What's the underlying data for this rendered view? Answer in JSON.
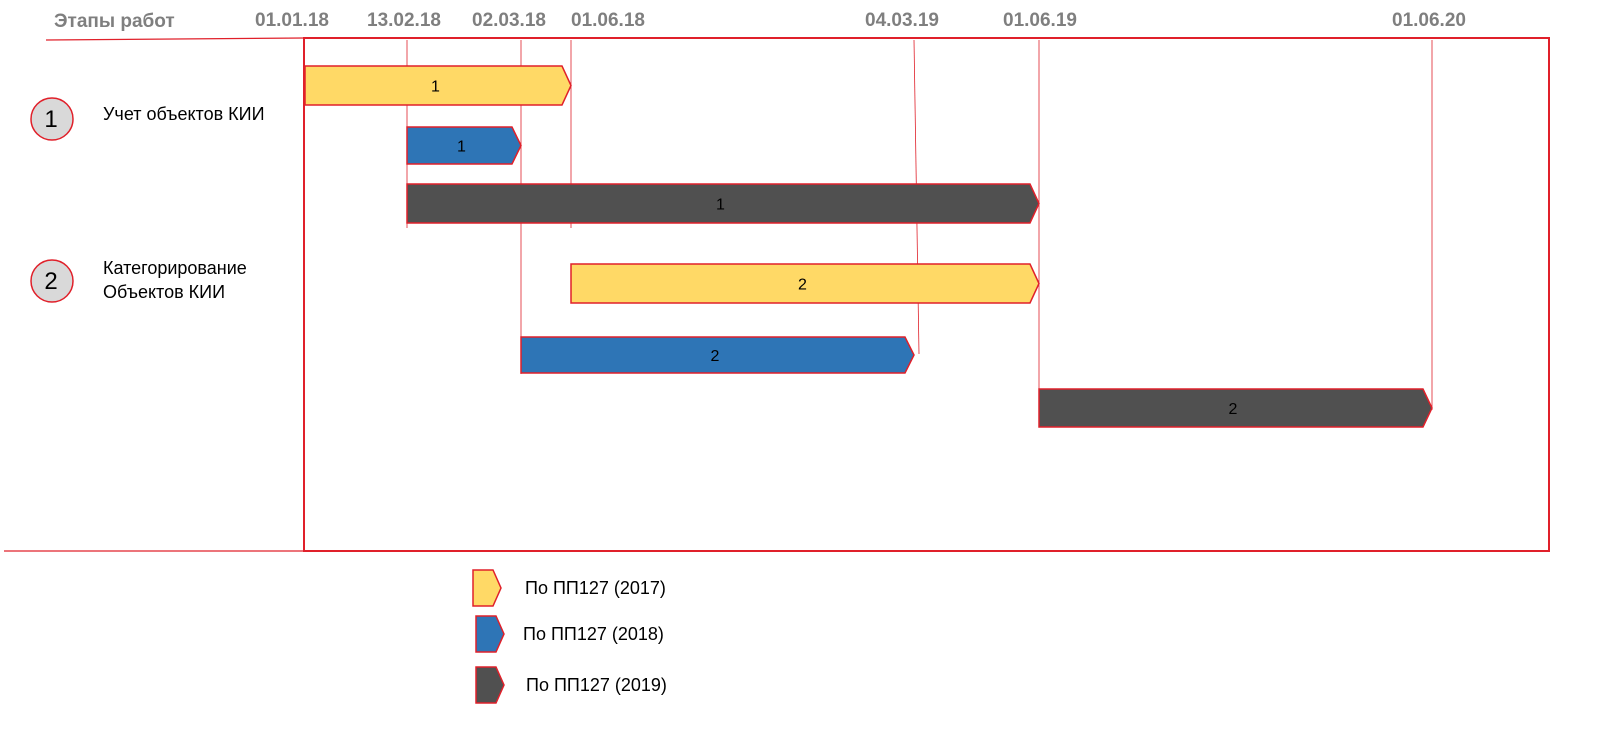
{
  "chart_data": {
    "type": "gantt",
    "stages_header": "Этапы работ",
    "dates": [
      "01.01.18",
      "13.02.18",
      "02.03.18",
      "01.06.18",
      "04.03.19",
      "01.06.19",
      "01.06.20"
    ],
    "stages": [
      {
        "number": "1",
        "label_lines": [
          "Учет объектов КИИ"
        ]
      },
      {
        "number": "2",
        "label_lines": [
          "Категорирование",
          "Объектов КИИ"
        ]
      }
    ],
    "series": [
      {
        "name": "По ПП127 (2017)",
        "color": "#ffd966"
      },
      {
        "name": "По ПП127 (2018)",
        "color": "#2e75b6"
      },
      {
        "name": "По ПП127 (2019)",
        "color": "#505050"
      }
    ],
    "tasks": [
      {
        "label": "1",
        "series": 0,
        "start": "01.01.18",
        "end": "01.06.18"
      },
      {
        "label": "1",
        "series": 1,
        "start": "13.02.18",
        "end": "02.03.18"
      },
      {
        "label": "1",
        "series": 2,
        "start": "13.02.18",
        "end": "01.06.19"
      },
      {
        "label": "2",
        "series": 0,
        "start": "01.06.18",
        "end": "01.06.19"
      },
      {
        "label": "2",
        "series": 1,
        "start": "02.03.18",
        "end": "04.03.19"
      },
      {
        "label": "2",
        "series": 2,
        "start": "01.06.19",
        "end": "01.06.20"
      }
    ],
    "legend_position": "bottom",
    "border_color": "#e0202a",
    "stage_circle_color": "#d9d9d9"
  }
}
